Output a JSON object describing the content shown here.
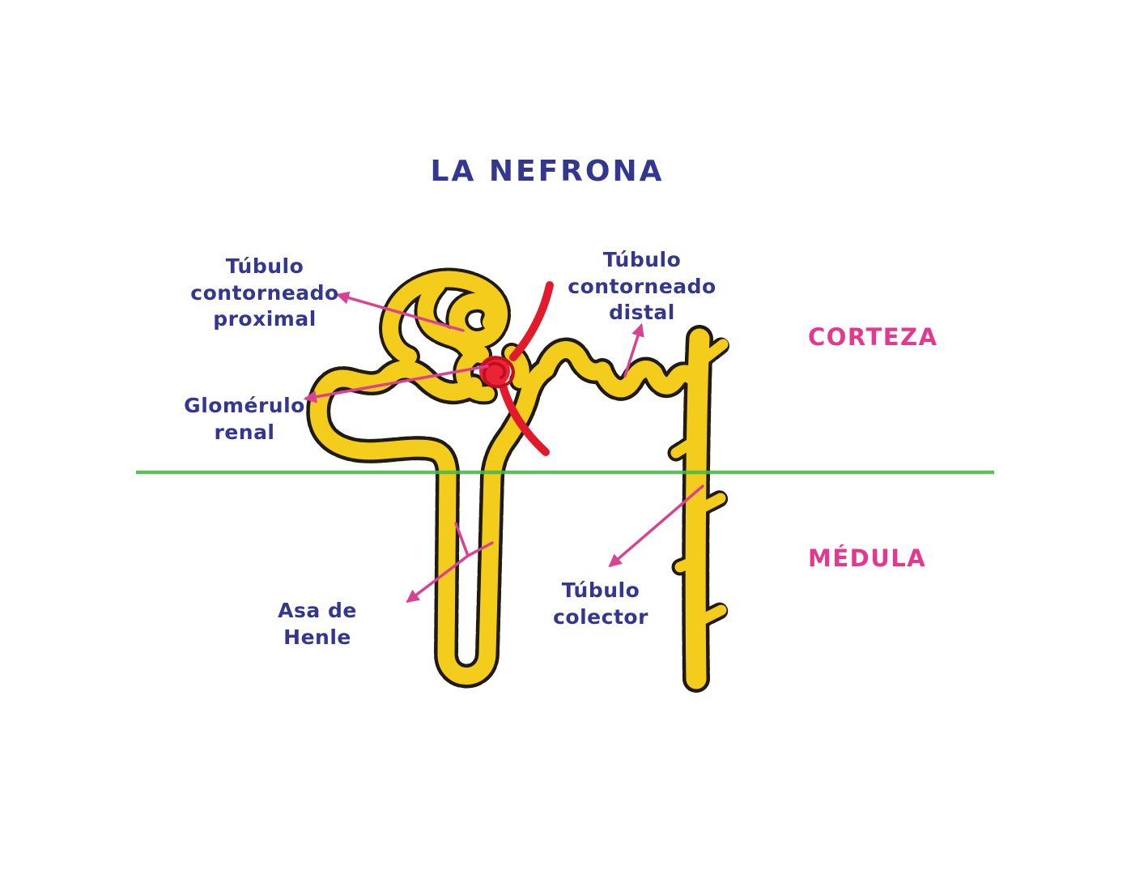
{
  "title": "LA NEFRONA",
  "regions": {
    "cortex": "CORTEZA",
    "medulla": "MÉDULA"
  },
  "structures": {
    "proximal_tubule": "Túbulo\ncontorneado\nproximal",
    "distal_tubule": "Túbulo\ncontorneado\ndistal",
    "glomerulus": "Glomérulo\nrenal",
    "loop_of_henle": "Asa de\nHenle",
    "collecting_duct": "Túbulo\ncolector"
  },
  "colors": {
    "label-blue": "#34378F",
    "label-pink": "#E2398F",
    "arrow-pink": "#D84292",
    "tube-yellow": "#F4CD1C",
    "tube-outline": "#201B12",
    "vessel-red": "#E31A2B",
    "ball-red": "#EA2436",
    "divider-green": "#4CB84C",
    "bg": "#FFFFFF"
  }
}
